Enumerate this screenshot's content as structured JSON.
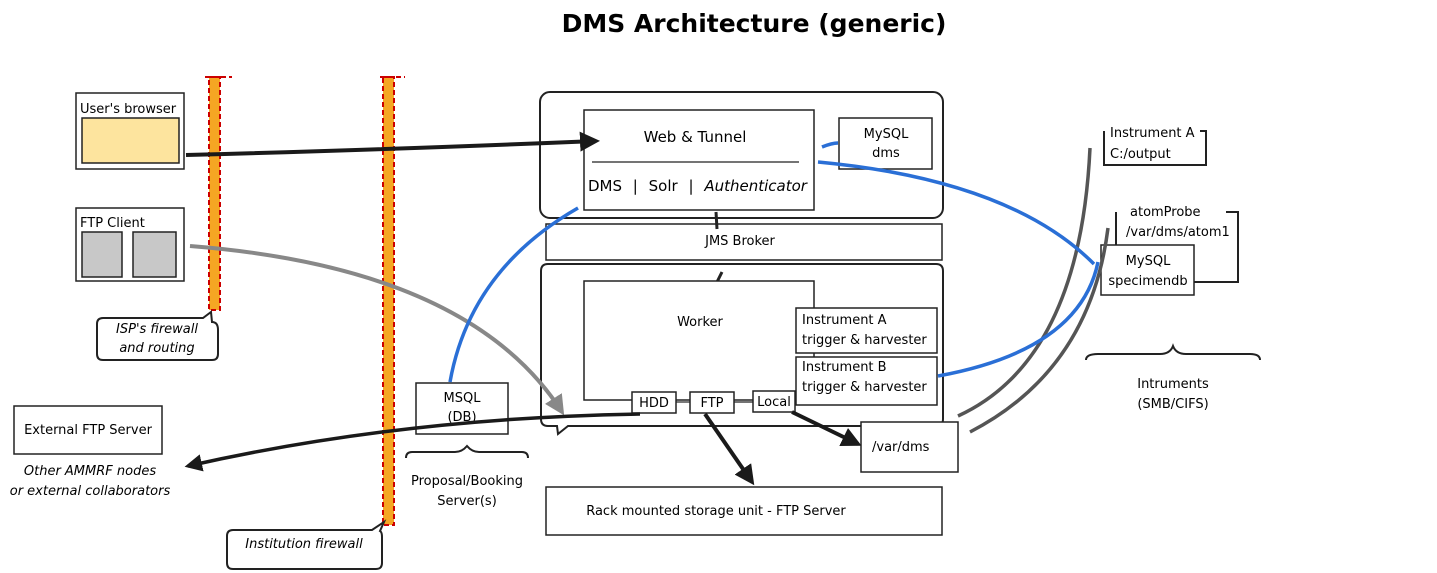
{
  "title": "DMS Architecture (generic)",
  "users_browser": "User's browser",
  "ftp_client": "FTP Client",
  "isp_firewall": [
    "ISP's firewall",
    "and routing"
  ],
  "institution_firewall": "Institution firewall",
  "external_ftp_server": "External FTP Server",
  "external_note": [
    "Other AMMRF nodes",
    "or external collaborators"
  ],
  "web_tunnel": "Web & Tunnel",
  "dms_line": {
    "dms": "DMS",
    "sep1": "|",
    "solr": "Solr",
    "sep2": "|",
    "auth": "Authenticator"
  },
  "mysql_dms": [
    "MySQL",
    "dms"
  ],
  "jms_broker": "JMS Broker",
  "worker": "Worker",
  "instrument_a_harvester": [
    "Instrument A",
    "trigger & harvester"
  ],
  "instrument_b_harvester": [
    "Instrument B",
    "trigger & harvester"
  ],
  "hdd": "HDD",
  "ftp": "FTP",
  "local": "Local",
  "msql_db": [
    "MSQL",
    "(DB)"
  ],
  "proposal_server": [
    "Proposal/Booking",
    "Server(s)"
  ],
  "var_dms": "/var/dms",
  "rack_storage": "Rack mounted storage unit  - FTP Server",
  "instrument_a": [
    "Instrument A",
    "C:/output"
  ],
  "atom_probe": [
    "atomProbe",
    "/var/dms/atom1"
  ],
  "mysql_specimen": [
    "MySQL",
    "specimendb"
  ],
  "instruments_group": [
    "Intruments",
    "(SMB/CIFS)"
  ],
  "colors": {
    "firewall_fill": "#f5a623",
    "firewall_border": "#cc0000",
    "db_link": "#2a6fd6",
    "ftp_link": "#888888",
    "browser_screen": "#fde49e",
    "ftp_pane": "#c8c8c8"
  }
}
